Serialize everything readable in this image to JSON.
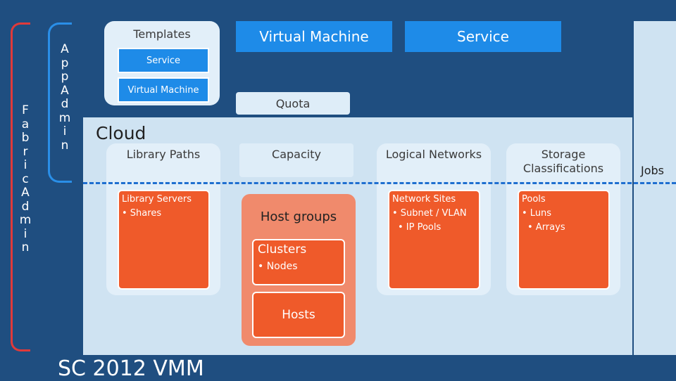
{
  "brackets": {
    "fabric_admin": "F\na\nb\nr\ni\nc\nA\nd\nm\ni\nn",
    "app_admin": "A\np\np\nA\nd\nm\ni\nn"
  },
  "templates": {
    "title": "Templates",
    "service": "Service",
    "virtual_machine": "Virtual Machine"
  },
  "top_bar": {
    "virtual_machine": "Virtual Machine",
    "service": "Service",
    "quota": "Quota"
  },
  "cloud": {
    "title": "Cloud",
    "library": {
      "title": "Library Paths",
      "box_title": "Library Servers",
      "box_item": "• Shares"
    },
    "capacity": {
      "title": "Capacity"
    },
    "host_groups": {
      "title": "Host groups",
      "clusters": "Clusters",
      "nodes": "•  Nodes",
      "hosts": "Hosts"
    },
    "networks": {
      "title": "Logical Networks",
      "box_title": "Network Sites",
      "item1": "• Subnet / VLAN",
      "item2": "• IP Pools"
    },
    "storage": {
      "title": "Storage Classifications",
      "box_title": "Pools",
      "item1": "• Luns",
      "item2": "• Arrays"
    }
  },
  "jobs": "Jobs",
  "footer_title": "SC 2012 VMM"
}
